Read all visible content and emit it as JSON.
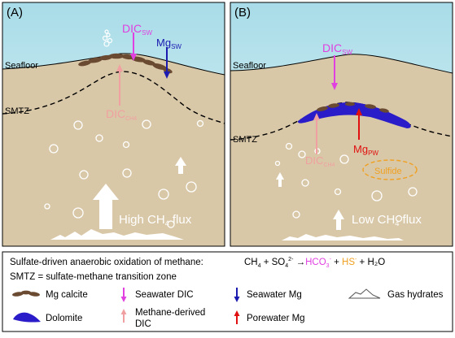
{
  "panel_a": {
    "tag": "(A)",
    "seafloor": "Seafloor",
    "smtz": "SMTZ",
    "dic_sw": {
      "main": "DIC",
      "sub": "SW"
    },
    "mg_sw": {
      "main": "Mg",
      "sub": "SW"
    },
    "dic_ch4": {
      "main": "DIC",
      "sub": "CH4"
    },
    "flux": {
      "pre": "High CH",
      "sub": "4",
      "post": " flux"
    }
  },
  "panel_b": {
    "tag": "(B)",
    "seafloor": "Seafloor",
    "smtz": "SMTZ",
    "dic_sw": {
      "main": "DIC",
      "sub": "SW"
    },
    "dic_ch4": {
      "main": "DIC",
      "sub": "CH4"
    },
    "mg_pw": {
      "main": "Mg",
      "sub": "PW"
    },
    "sulfide": "Sulfide",
    "flux": {
      "pre": "Low CH",
      "sub": "4",
      "post": " flux"
    }
  },
  "legend": {
    "reaction_label": "Sulfate-driven anaerobic oxidation of methane:",
    "reaction": {
      "ch": "CH",
      "ch_sub": "4",
      "plus1": " + SO",
      "so_sub": "4",
      "so_sup": "2-",
      "arrow": " →",
      "hco": "HCO",
      "hco_sub": "3",
      "hco_sup": "-",
      "plus2": " + ",
      "hs": "HS",
      "hs_sup": "-",
      "h2o": " + H₂O"
    },
    "smtz_def": "SMTZ = sulfate-methane transition zone",
    "items": {
      "mg_calcite": "Mg calcite",
      "dolomite": "Dolomite",
      "seawater_dic": "Seawater DIC",
      "methane_dic_line1": "Methane-derived",
      "methane_dic_line2": "DIC",
      "seawater_mg": "Seawater Mg",
      "porewater_mg": "Porewater Mg",
      "gas_hydrates": "Gas hydrates"
    }
  },
  "colors": {
    "water_top": "#a8dce8",
    "water_bottom": "#e6f5f8",
    "sediment": "#d9c8a8",
    "calcite": "#6b4a32",
    "dolomite": "#2a1cc8",
    "dic_sw": "#e040e0",
    "mg_sw": "#1a1ab0",
    "dic_ch4": "#f0a0a0",
    "mg_pw": "#e01010",
    "sulfide": "#f0a020",
    "hco3": "#e040e0"
  }
}
